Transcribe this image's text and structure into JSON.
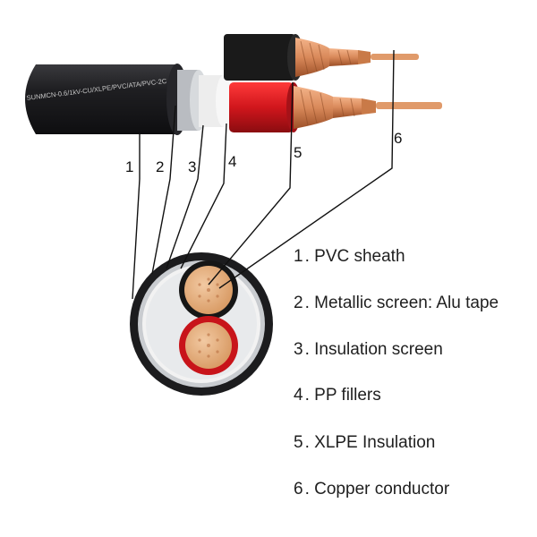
{
  "cable": {
    "print_text": "SUNMCN-0.6/1kV-CU/XLPE/PVC/ATA/PVC-2C",
    "colors": {
      "sheath": "#1b1b1d",
      "alu_tape": "#c9ccd0",
      "insulation_screen": "#f2f2f2",
      "core_black": "#181818",
      "core_red": "#c8141a",
      "copper": "#d9895a",
      "copper_dark": "#a85a30"
    }
  },
  "callouts": [
    {
      "number": "1",
      "label": "PVC sheath"
    },
    {
      "number": "2",
      "label": "Metallic screen: Alu tape"
    },
    {
      "number": "3",
      "label": "Insulation screen"
    },
    {
      "number": "4",
      "label": "PP fillers"
    },
    {
      "number": "5",
      "label": "XLPE Insulation"
    },
    {
      "number": "6",
      "label": "Copper conductor"
    }
  ]
}
